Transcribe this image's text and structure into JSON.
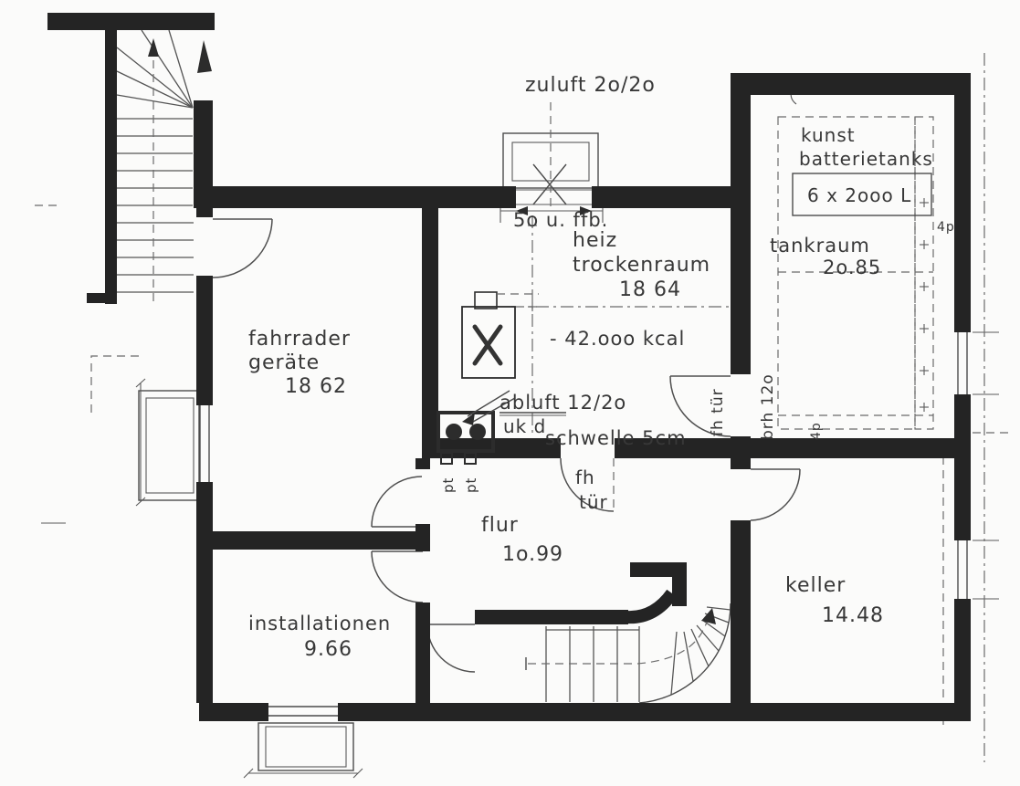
{
  "rooms": {
    "fahrrader": {
      "line1": "fahrrader",
      "line2": "geräte",
      "area": "18 62"
    },
    "heiz_trockenraum": {
      "line1": "heiz",
      "line2": "trockenraum",
      "area": "18 64",
      "capacity_note": "- 42.ooo kcal"
    },
    "tankraum": {
      "name": "tankraum",
      "area": "2o.85",
      "tanks_line1": "kunst",
      "tanks_line2": "batterietanks",
      "tanks_capacity": "6 x 2ooo L"
    },
    "flur": {
      "name": "flur",
      "area": "1o.99"
    },
    "installationen": {
      "name": "installationen",
      "area": "9.66"
    },
    "keller": {
      "name": "keller",
      "area": "14.48"
    }
  },
  "annotations": {
    "supply_air": "zuluft 2o/2o",
    "window_sill_note": "5o u. ffb.",
    "exhaust_air": "abluft 12/2o",
    "exhaust_air_sub": "uk d",
    "threshold": "schwelle 5cm",
    "door_fh": "fh",
    "door_tuer": "tür",
    "door_fh_tuer": "fh tür",
    "parapet_height": "brh 12o",
    "pt_left": "pt",
    "pt_right": "pt",
    "dim_top_right": "4p",
    "dim_keller": "4p"
  },
  "colors": {
    "ink": "#242424",
    "line": "#4b4b4b",
    "text": "#383838",
    "paper": "#fbfbfa"
  }
}
